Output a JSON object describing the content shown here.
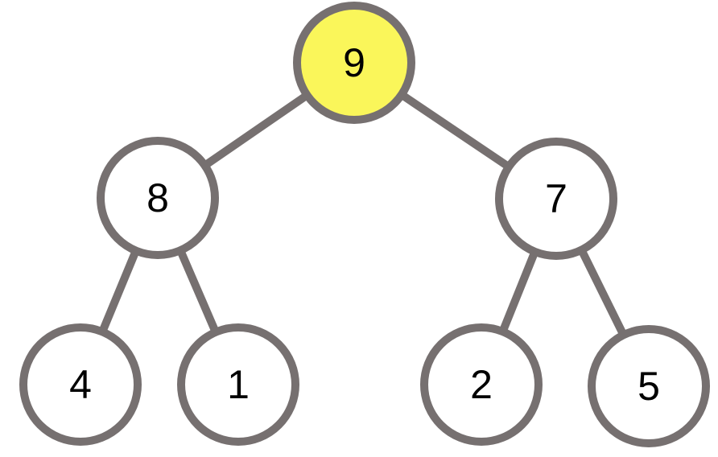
{
  "diagram": {
    "type": "binary-tree",
    "nodes": [
      {
        "key": "root",
        "value": "9",
        "highlighted": true
      },
      {
        "key": "left",
        "value": "8",
        "highlighted": false
      },
      {
        "key": "right",
        "value": "7",
        "highlighted": false
      },
      {
        "key": "left-left",
        "value": "4",
        "highlighted": false
      },
      {
        "key": "left-right",
        "value": "1",
        "highlighted": false
      },
      {
        "key": "right-left",
        "value": "2",
        "highlighted": false
      },
      {
        "key": "right-right",
        "value": "5",
        "highlighted": false
      }
    ],
    "edges": [
      {
        "from": "9",
        "to": "8"
      },
      {
        "from": "9",
        "to": "7"
      },
      {
        "from": "8",
        "to": "4"
      },
      {
        "from": "8",
        "to": "1"
      },
      {
        "from": "7",
        "to": "2"
      },
      {
        "from": "7",
        "to": "5"
      }
    ],
    "colors": {
      "edge": "#767070",
      "node_border": "#767070",
      "node_fill": "#ffffff",
      "highlight_fill": "#faf65a",
      "text": "#000000",
      "background": "#ffffff"
    }
  }
}
